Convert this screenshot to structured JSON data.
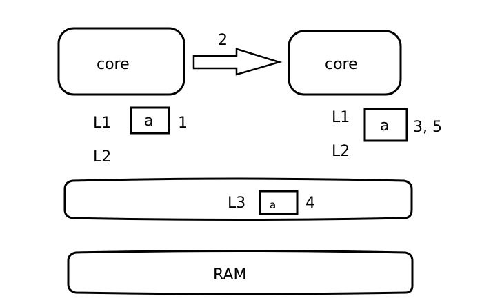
{
  "left_core": {
    "label": "core"
  },
  "right_core": {
    "label": "core"
  },
  "transfer_arrow": {
    "step": "2"
  },
  "left_cache": {
    "l1_label": "L1",
    "l2_label": "L2",
    "line_value": "a",
    "step": "1"
  },
  "right_cache": {
    "l1_label": "L1",
    "l2_label": "L2",
    "line_value": "a",
    "step": "3, 5"
  },
  "l3_cache": {
    "label": "L3",
    "line_value": "a",
    "step": "4"
  },
  "ram": {
    "label": "RAM"
  }
}
